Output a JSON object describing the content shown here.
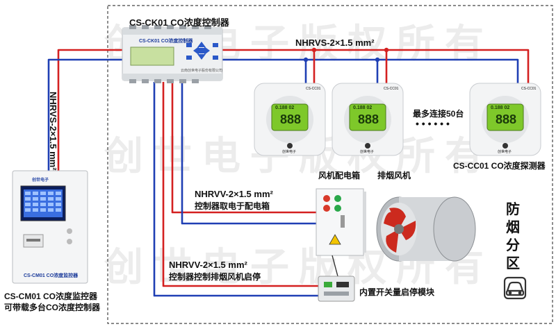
{
  "watermark": "创世电子版权所有",
  "controller": {
    "title": "CS-CK01 CO浓度控制器",
    "panel_text": "CS-CK01 CO浓度控制器",
    "vendor_text": "云南创世电子股份有限公司"
  },
  "monitor": {
    "panel_text": "CS-CM01 CO浓度监控器",
    "caption_line1": "CS-CM01 CO浓度监控器",
    "caption_line2": "可带载多台CO浓度控制器",
    "brand": "创世电子"
  },
  "detectors": {
    "model_tag": "CS-CC01",
    "display": "888",
    "sub_display": "0.188 02",
    "brand": "创世电子",
    "caption": "CS-CC01 CO浓度探测器",
    "max_connect": "最多连接50台",
    "dots": "• • • • • •"
  },
  "cables": {
    "top": "NHRVS-2×1.5 mm²",
    "left": "NHRVS-2×1.5 mm²",
    "power_line1": "NHRVV-2×1.5 mm²",
    "power_line2": "控制器取电于配电箱",
    "fan_line1": "NHRVV-2×1.5 mm²",
    "fan_line2": "控制器控制排烟风机启停"
  },
  "equipment": {
    "distribution_box": "风机配电箱",
    "exhaust_fan": "排烟风机",
    "relay_module": "内置开关量启停模块"
  },
  "zone": {
    "chars": [
      "防",
      "烟",
      "分",
      "区"
    ]
  },
  "colors": {
    "wire_red": "#d42020",
    "wire_blue": "#1f3fb4",
    "lcd_green": "#8ad42a",
    "fan_red": "#cc2a1e"
  }
}
